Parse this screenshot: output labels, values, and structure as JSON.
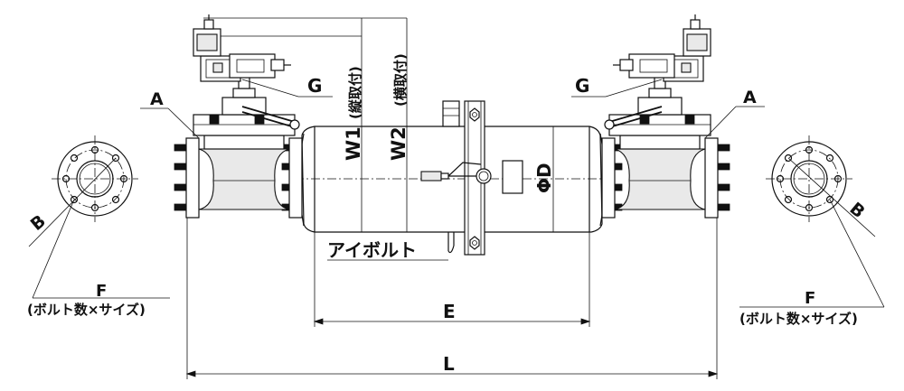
{
  "labels": {
    "a_left": "A",
    "a_right": "A",
    "b_left": "B",
    "b_right": "B",
    "g_left": "G",
    "g_right": "G",
    "f_left": "F",
    "f_right": "F",
    "f_note_left": "(ボルト数×サイズ)",
    "f_note_right": "(ボルト数×サイズ)",
    "w1": "W1",
    "w1_note": "(縦取付)",
    "w2": "W2",
    "w2_note": "(横取付)",
    "phi_d": "ΦD",
    "eyebolt": "アイボルト",
    "e": "E",
    "l": "L"
  }
}
